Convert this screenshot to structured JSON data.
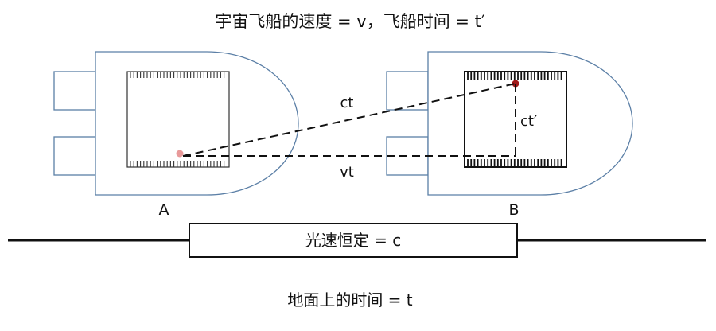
{
  "title": "宇宙飞船的速度 = v，飞船时间 = t′",
  "ship_a_label": "A",
  "ship_b_label": "B",
  "diagonal_label": "ct",
  "horizontal_label": "vt",
  "vertical_label": "ct′",
  "light_speed_label": "光速恒定 = c",
  "ground_time_label": "地面上的时间 = t",
  "colors": {
    "ship_outline": "#5b7fa6",
    "light_point": "#e89a9a",
    "light_point_b": "#a01818",
    "line": "#111111"
  }
}
